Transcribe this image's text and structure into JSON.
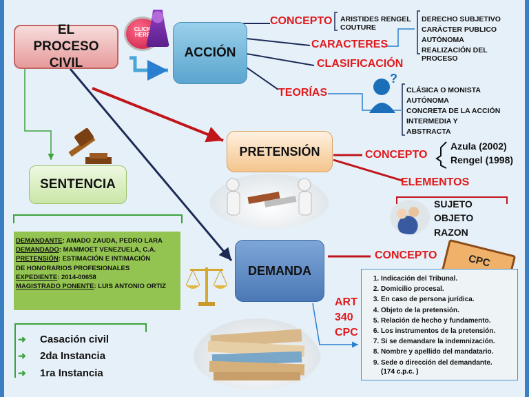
{
  "root": "EL PROCESO CIVIL",
  "click_badge": "CLICK HERE",
  "accion": {
    "title": "ACCIÓN",
    "concepto": "CONCEPTO",
    "concepto_ref": [
      "ARISTIDES RENGEL",
      "COUTURE"
    ],
    "caracteres": "CARACTERES",
    "caracteres_items": [
      "DERECHO SUBJETIVO",
      "CARÁCTER PUBLICO",
      "AUTÓNOMA",
      "REALIZACIÓN DEL PROCESO"
    ],
    "clasificacion": "CLASIFICACIÓN",
    "teorias": "TEORÍAS",
    "teorias_items": [
      "CLÁSICA O MONISTA",
      "AUTÓNOMA",
      "CONCRETA DE LA ACCIÓN",
      "INTERMEDIA Y",
      "ABSTRACTA"
    ]
  },
  "pretension": {
    "title": "PRETENSIÓN",
    "concepto": "CONCEPTO",
    "concepto_refs": [
      "Azula  (2002)",
      "Rengel (1998)"
    ],
    "elementos": "ELEMENTOS",
    "elementos_items": [
      "SUJETO",
      "OBJETO",
      "RAZON"
    ]
  },
  "sentencia": {
    "title": "SENTENCIA",
    "case": [
      {
        "label": "DEMANDANTE",
        "value": ": AMADO ZAUDA, PEDRO LARA"
      },
      {
        "label": "DEMANDADO",
        "value": ": MAMMOET VENEZUELA, C.A."
      },
      {
        "label": "PRETENSIÓN",
        "value": ": ESTIMACIÓN E INTIMACIÓN"
      },
      {
        "label": "",
        "value": "DE HONORARIOS PROFESIONALES"
      },
      {
        "label": "EXPEDIENTE",
        "value": ": 2014-00658"
      },
      {
        "label": "MAGISTRADO PONENTE",
        "value": ": LUIS ANTONIO ORTIZ"
      }
    ],
    "instancias": [
      "Casación civil",
      "2da Instancia",
      "1ra Instancia"
    ]
  },
  "demanda": {
    "title": "DEMANDA",
    "concepto": "CONCEPTO",
    "art": [
      "ART",
      "340",
      "CPC"
    ],
    "book": "CPC",
    "requisitos": [
      "Indicación del Tribunal.",
      "Domicilio procesal.",
      "En caso de persona jurídica.",
      "Objeto de la pretensión.",
      "Relación de hecho y fundamento.",
      "Los instrumentos de la pretensión.",
      "Si se demandare la indemnización.",
      "Nombre y apellido del mandatario.",
      "Sede o dirección del demandante."
    ],
    "requisitos_note": "(174 c.p.c. )"
  }
}
